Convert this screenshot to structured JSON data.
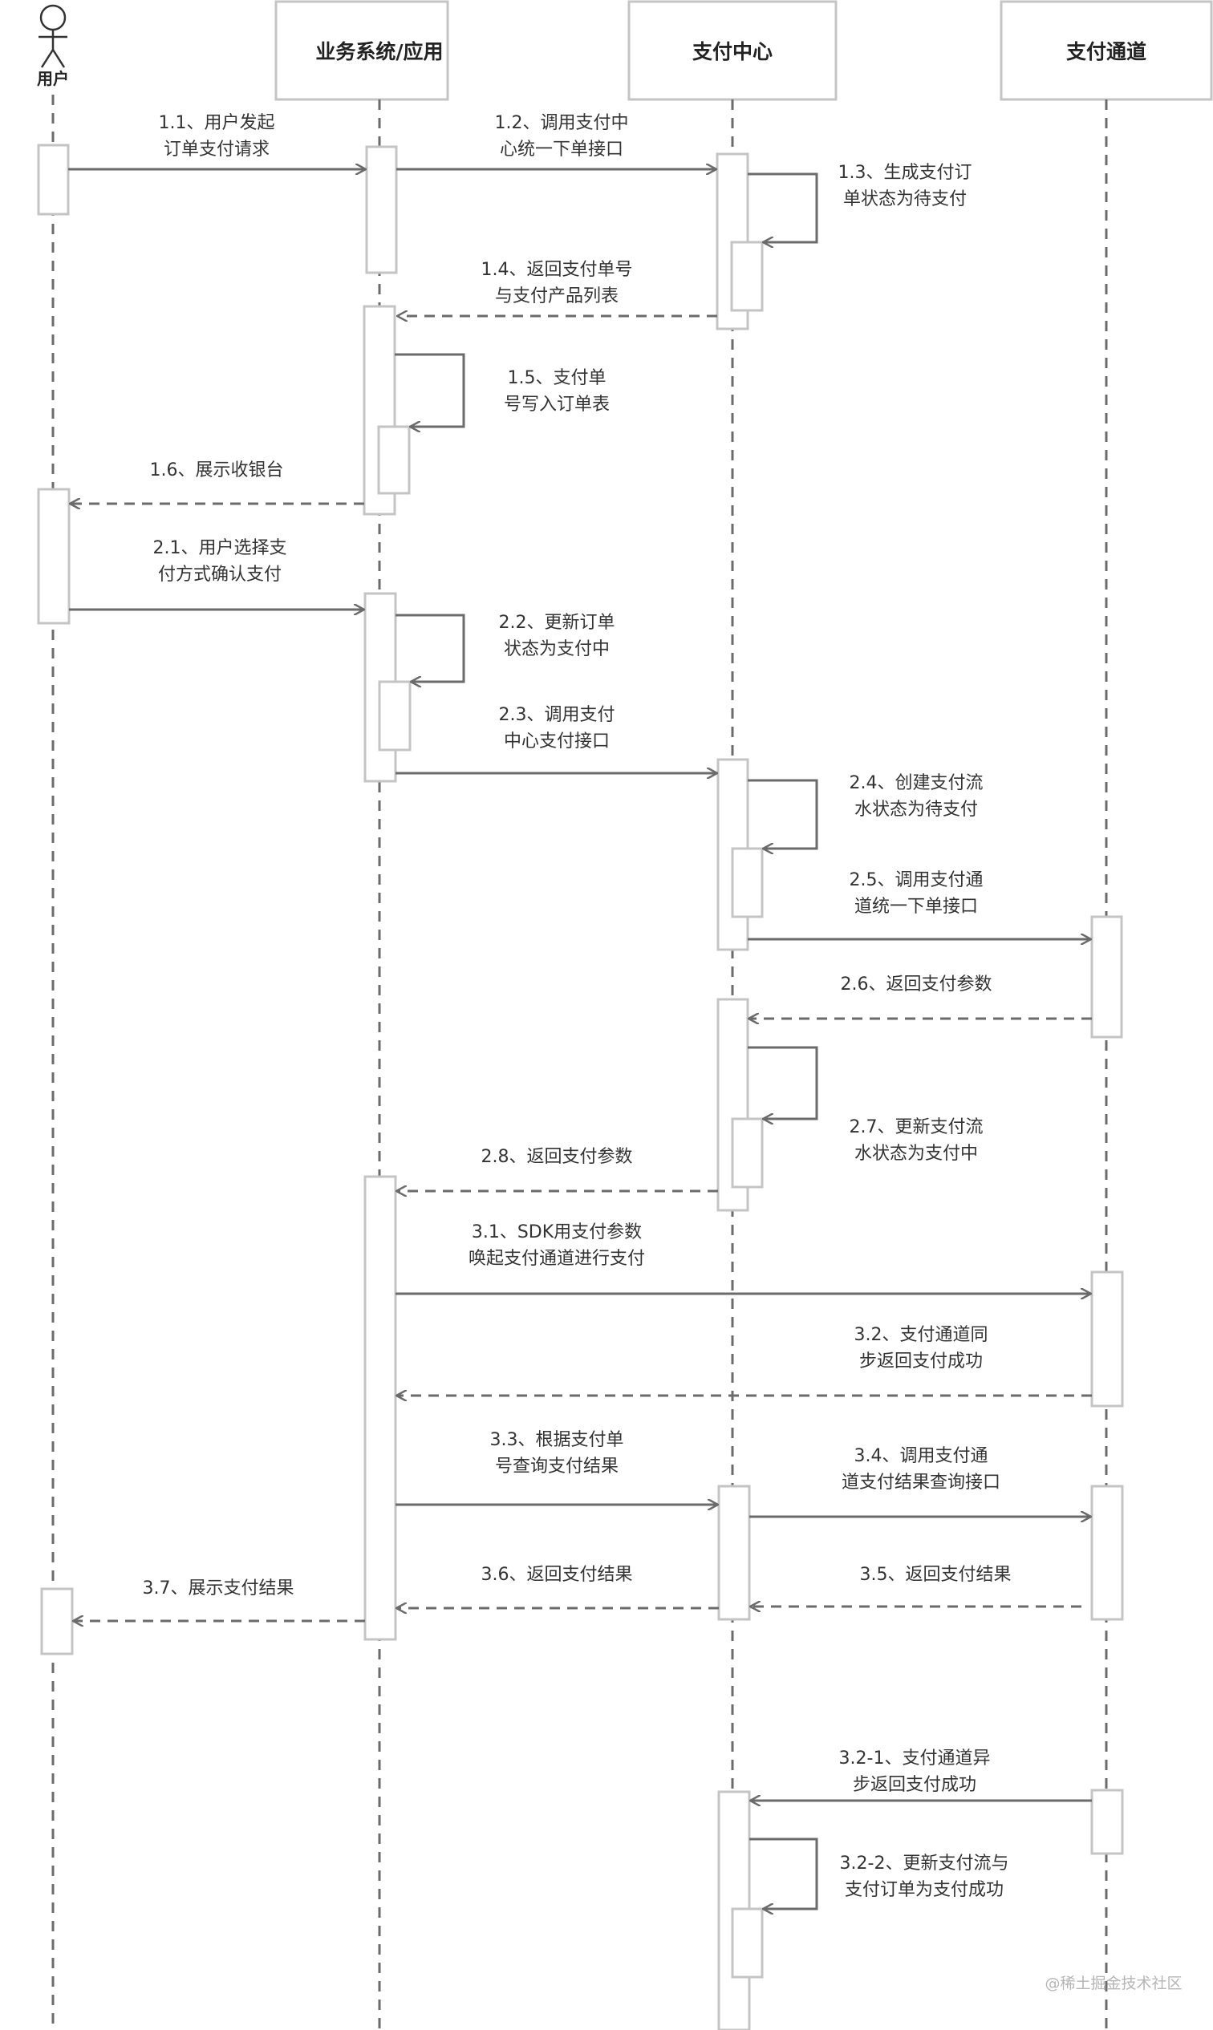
{
  "participants": [
    {
      "id": "user",
      "label": "用户"
    },
    {
      "id": "biz",
      "label": "业务系统/应用"
    },
    {
      "id": "pay",
      "label": "支付中心"
    },
    {
      "id": "channel",
      "label": "支付通道"
    }
  ],
  "messages": [
    {
      "label": [
        "1.1、用户发起",
        "订单支付请求"
      ]
    },
    {
      "label": [
        "1.2、调用支付中",
        "心统一下单接口"
      ]
    },
    {
      "label": [
        "1.3、生成支付订",
        "单状态为待支付"
      ]
    },
    {
      "label": [
        "1.4、返回支付单号",
        "与支付产品列表"
      ]
    },
    {
      "label": [
        "1.5、支付单",
        "号写入订单表"
      ]
    },
    {
      "label": [
        "1.6、展示收银台"
      ]
    },
    {
      "label": [
        "2.1、用户选择支",
        "付方式确认支付"
      ]
    },
    {
      "label": [
        "2.2、更新订单",
        "状态为支付中"
      ]
    },
    {
      "label": [
        "2.3、调用支付",
        "中心支付接口"
      ]
    },
    {
      "label": [
        "2.4、创建支付流",
        "水状态为待支付"
      ]
    },
    {
      "label": [
        "2.5、调用支付通",
        "道统一下单接口"
      ]
    },
    {
      "label": [
        "2.6、返回支付参数"
      ]
    },
    {
      "label": [
        "2.7、更新支付流",
        "水状态为支付中"
      ]
    },
    {
      "label": [
        "2.8、返回支付参数"
      ]
    },
    {
      "label": [
        "3.1、SDK用支付参数",
        "唤起支付通道进行支付"
      ]
    },
    {
      "label": [
        "3.2、支付通道同",
        "步返回支付成功"
      ]
    },
    {
      "label": [
        "3.3、根据支付单",
        "号查询支付结果"
      ]
    },
    {
      "label": [
        "3.4、调用支付通",
        "道支付结果查询接口"
      ]
    },
    {
      "label": [
        "3.5、返回支付结果"
      ]
    },
    {
      "label": [
        "3.6、返回支付结果"
      ]
    },
    {
      "label": [
        "3.7、展示支付结果"
      ]
    },
    {
      "label": [
        "3.2-1、支付通道异",
        "步返回支付成功"
      ]
    },
    {
      "label": [
        "3.2-2、更新支付流与",
        "支付订单为支付成功"
      ]
    }
  ],
  "watermark": "@稀土掘金技术社区",
  "colors": {
    "line": "#6b6b6b",
    "box": "#c4c4c4",
    "text": "#333333"
  }
}
